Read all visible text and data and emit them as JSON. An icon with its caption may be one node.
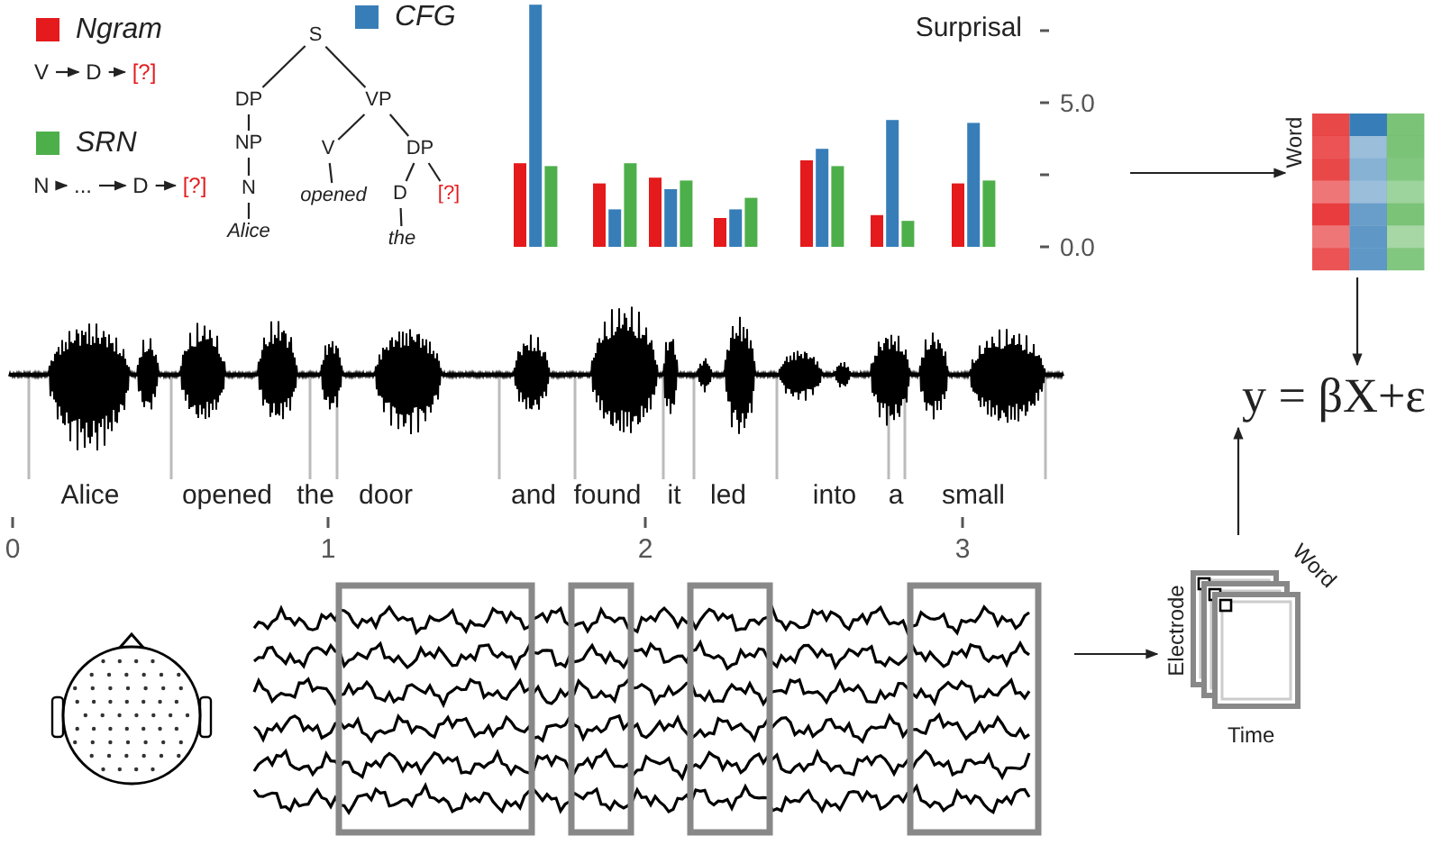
{
  "diagram": {
    "nodes": [
      {
        "text": [
          "V"
        ]
      },
      {
        "text": [
          "D"
        ]
      },
      {
        "text": [
          "[?]"
        ]
      },
      {
        "text": [
          "S"
        ]
      },
      {
        "text": [
          "DP"
        ]
      },
      {
        "text": [
          "VP"
        ]
      },
      {
        "text": [
          "NP"
        ]
      },
      {
        "text": [
          "V"
        ]
      },
      {
        "text": [
          "DP"
        ]
      },
      {
        "text": [
          "N"
        ]
      },
      {
        "text": [
          "opened"
        ]
      },
      {
        "text": [
          "D"
        ]
      },
      {
        "text": [
          "[?]"
        ]
      },
      {
        "text": [
          "Alice"
        ]
      },
      {
        "text": [
          "the"
        ]
      },
      {
        "text": [
          "N"
        ]
      },
      {
        "text": [
          "..."
        ]
      },
      {
        "text": [
          "D"
        ]
      },
      {
        "text": [
          "[?]"
        ]
      },
      {
        "text": [
          "Word"
        ]
      },
      {
        "text": [
          "y = βX+ε"
        ]
      },
      {
        "text": [
          "Electrode",
          "Word",
          "Time"
        ]
      },
      {
        "text": [],
        "shape": "picture"
      }
    ],
    "edges": [
      {
        "from": 0,
        "to": 1,
        "arrow": "to"
      },
      {
        "from": 1,
        "to": 2,
        "arrow": "to"
      },
      {
        "from": 3,
        "to": 4,
        "arrow": "none"
      },
      {
        "from": 3,
        "to": 5,
        "arrow": "none"
      },
      {
        "from": 4,
        "to": 6,
        "arrow": "none"
      },
      {
        "from": 6,
        "to": 9,
        "arrow": "none"
      },
      {
        "from": 9,
        "to": 13,
        "arrow": "none"
      },
      {
        "from": 5,
        "to": 7,
        "arrow": "none"
      },
      {
        "from": 5,
        "to": 8,
        "arrow": "none"
      },
      {
        "from": 7,
        "to": 10,
        "arrow": "none"
      },
      {
        "from": 8,
        "to": 11,
        "arrow": "none"
      },
      {
        "from": 8,
        "to": 12,
        "arrow": "none"
      },
      {
        "from": 11,
        "to": 14,
        "arrow": "none"
      },
      {
        "from": 15,
        "to": 16,
        "arrow": "to"
      },
      {
        "from": 16,
        "to": 17,
        "arrow": "to"
      },
      {
        "from": 17,
        "to": 18,
        "arrow": "to"
      },
      {
        "from": null,
        "to": 19,
        "arrow": "to"
      },
      {
        "from": 19,
        "to": 20,
        "arrow": "to"
      },
      {
        "from": 21,
        "to": 20,
        "arrow": "to"
      },
      {
        "from": 22,
        "to": 21,
        "arrow": "to"
      }
    ],
    "labels": [
      "Alice",
      "opened",
      "the",
      "door",
      "and",
      "found",
      "it",
      "led",
      "into",
      "a",
      "small",
      "0",
      "1",
      "2",
      "3"
    ],
    "legend": [
      {
        "text": "Ngram",
        "color": "#e41a1c"
      },
      {
        "text": "SRN",
        "color": "#4daf4a"
      },
      {
        "text": "CFG",
        "color": "#377eb8"
      }
    ],
    "chart_data": {
      "type": "bar",
      "ylabel": "Surprisal",
      "categories": [
        null,
        null,
        null,
        null,
        null,
        null,
        null
      ],
      "series": [
        {
          "color": "#e41a1c",
          "values": [
            2.9,
            2.2,
            2.4,
            1.0,
            3.0,
            1.1,
            2.2
          ]
        },
        {
          "color": "#377eb8",
          "values": [
            8.4,
            1.3,
            2.0,
            1.3,
            3.4,
            4.4,
            4.3
          ]
        },
        {
          "color": "#4daf4a",
          "values": [
            2.8,
            2.9,
            2.3,
            1.7,
            2.8,
            0.9,
            2.3
          ]
        }
      ],
      "ylim": [
        0,
        8.5
      ],
      "yticks": [
        {
          "value": 0,
          "label": "0.0"
        },
        {
          "value": 5,
          "label": "5.0"
        }
      ]
    }
  }
}
